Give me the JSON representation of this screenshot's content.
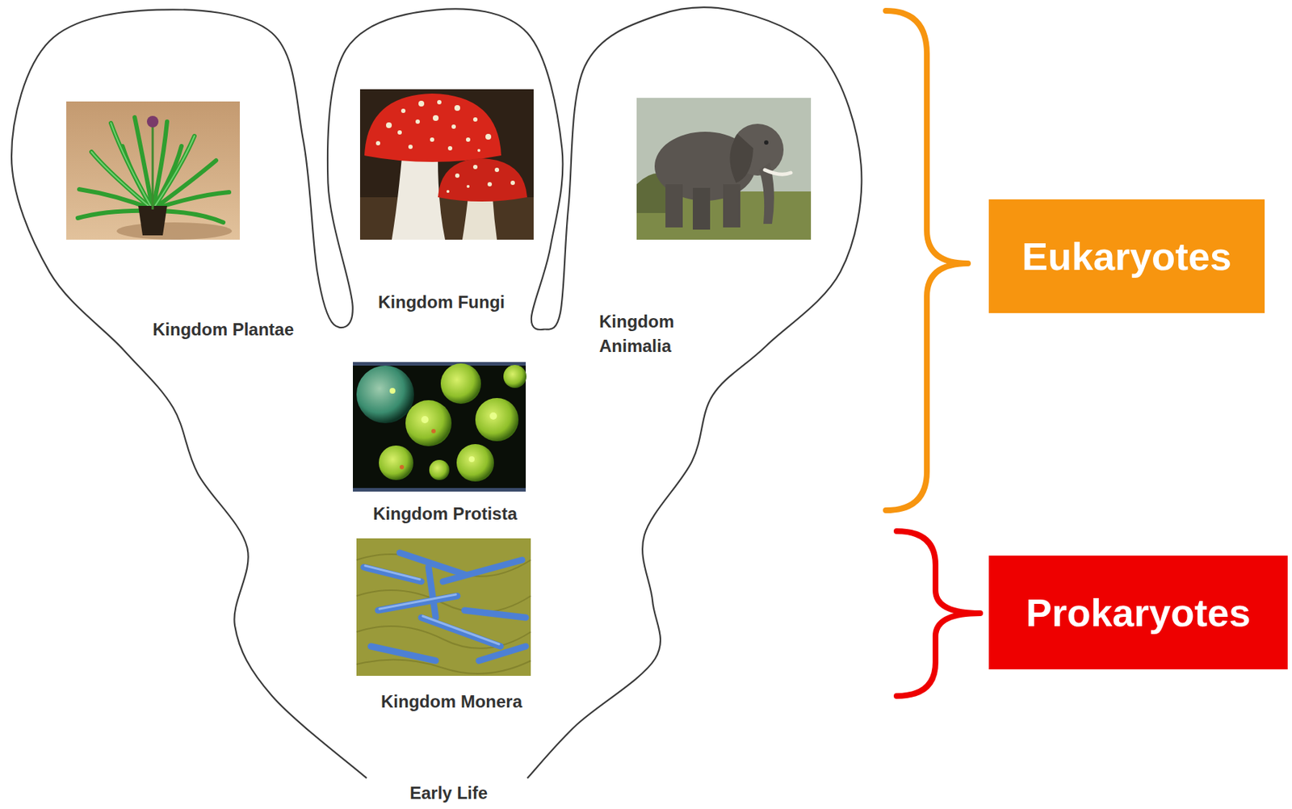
{
  "diagram": {
    "nodes": [
      {
        "text": [
          "Eukaryotes"
        ]
      },
      {
        "text": [
          "Prokaryotes"
        ]
      }
    ],
    "labels": [
      "Kingdom Plantae",
      "Kingdom Fungi",
      "Kingdom Animalia",
      "Kingdom Protista",
      "Kingdom Monera",
      "Early Life"
    ]
  }
}
